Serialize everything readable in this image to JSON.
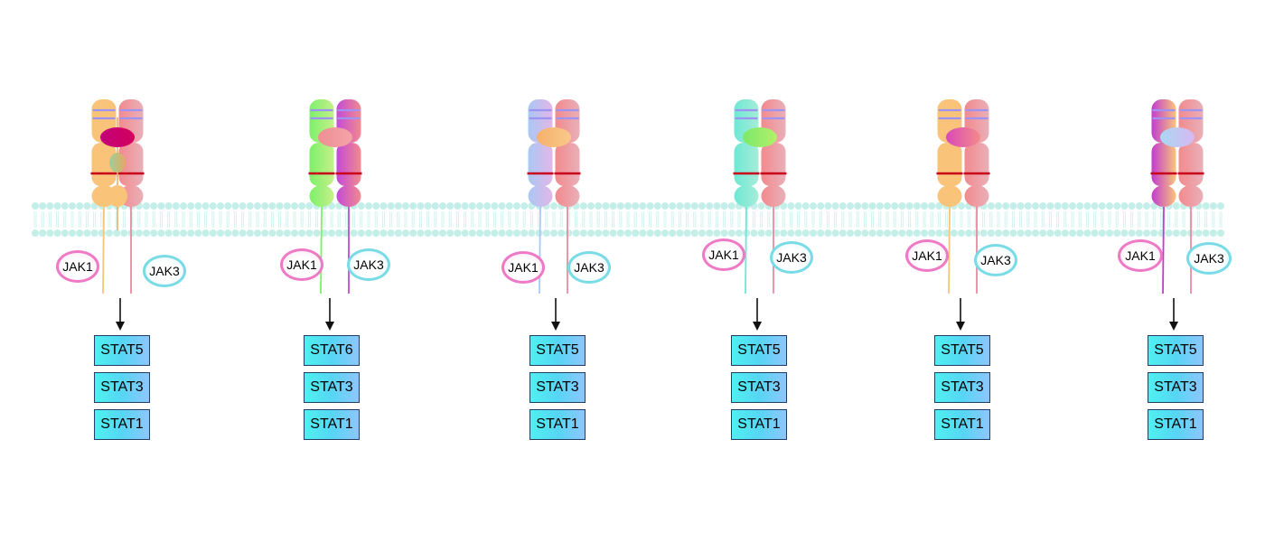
{
  "panels": [
    {
      "jak_left": "JAK1",
      "jak_right": "JAK3",
      "stats": [
        "STAT5",
        "STAT3",
        "STAT1"
      ],
      "left_chain": [
        "#f9c47a",
        "#f9c47a"
      ],
      "right_chain": [
        "#f28a8e",
        "#e9b0b8"
      ],
      "ligand": [
        "#c2007a",
        "#d4005d"
      ],
      "third_chain": true
    },
    {
      "jak_left": "JAK1",
      "jak_right": "JAK3",
      "stats": [
        "STAT6",
        "STAT3",
        "STAT1"
      ],
      "left_chain": [
        "#7cf06a",
        "#c6f08a"
      ],
      "right_chain": [
        "#c34ad8",
        "#f28a8e"
      ],
      "ligand": [
        "#ee8f94",
        "#f4a3a8"
      ],
      "third_chain": false
    },
    {
      "jak_left": "JAK1",
      "jak_right": "JAK3",
      "stats": [
        "STAT5",
        "STAT3",
        "STAT1"
      ],
      "left_chain": [
        "#a9c8f4",
        "#e3b6e8"
      ],
      "right_chain": [
        "#f28a8e",
        "#e9b0b8"
      ],
      "ligand": [
        "#f5b06a",
        "#f9c98a"
      ],
      "third_chain": false
    },
    {
      "jak_left": "JAK1",
      "jak_right": "JAK3",
      "stats": [
        "STAT5",
        "STAT3",
        "STAT1"
      ],
      "left_chain": [
        "#6ee8d4",
        "#a6ecd8"
      ],
      "right_chain": [
        "#f28a8e",
        "#e9b0b8"
      ],
      "ligand": [
        "#7ce86a",
        "#b4f06a"
      ],
      "third_chain": false
    },
    {
      "jak_left": "JAK1",
      "jak_right": "JAK3",
      "stats": [
        "STAT5",
        "STAT3",
        "STAT1"
      ],
      "left_chain": [
        "#f9c47a",
        "#f9c47a"
      ],
      "right_chain": [
        "#f28a8e",
        "#e9b0b8"
      ],
      "ligand": [
        "#d84ab8",
        "#f48a8a"
      ],
      "third_chain": false
    },
    {
      "jak_left": "JAK1",
      "jak_right": "JAK3",
      "stats": [
        "STAT5",
        "STAT3",
        "STAT1"
      ],
      "left_chain": [
        "#c23cd0",
        "#f9c47a"
      ],
      "right_chain": [
        "#f28a8e",
        "#e9b0b8"
      ],
      "ligand": [
        "#a9d8f4",
        "#d7b8f0"
      ],
      "third_chain": false
    }
  ],
  "colors": {
    "membrane": "#c4efe9",
    "membrane_tail": "#d2f3ee",
    "stripe": "#9f93f2",
    "band": "#c8001c",
    "arrow": "#111111"
  }
}
